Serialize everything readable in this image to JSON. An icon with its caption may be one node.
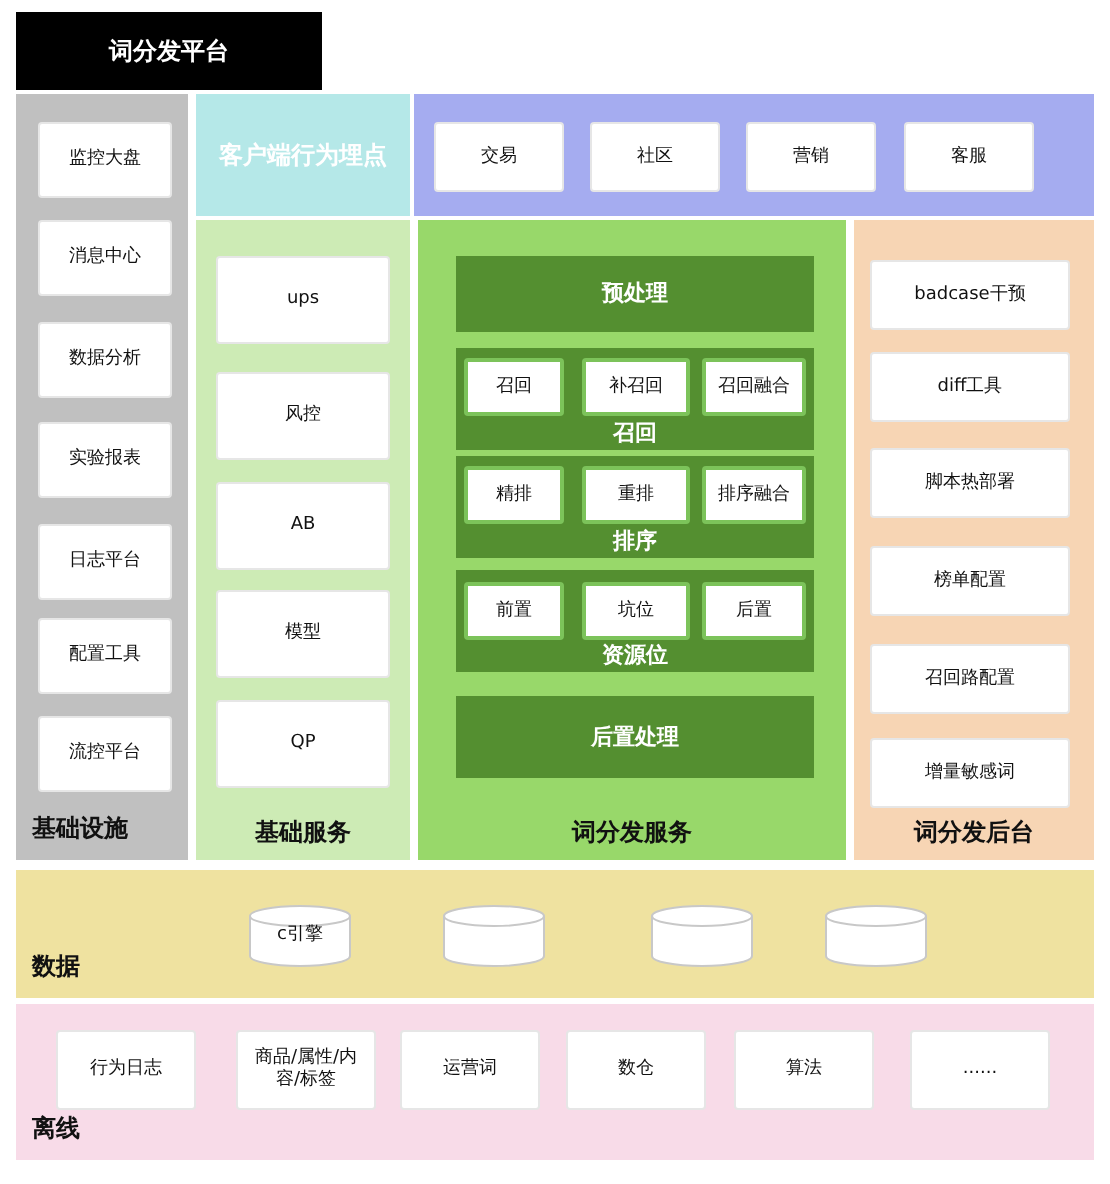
{
  "diagram": {
    "nodes": [
      {
        "text": [
          "词分发平台"
        ]
      },
      {
        "text": [
          "基础设施"
        ]
      },
      {
        "text": [
          "监控大盘"
        ],
        "in": 1
      },
      {
        "text": [
          "消息中心"
        ],
        "in": 1
      },
      {
        "text": [
          "数据分析"
        ],
        "in": 1
      },
      {
        "text": [
          "实验报表"
        ],
        "in": 1
      },
      {
        "text": [
          "日志平台"
        ],
        "in": 1
      },
      {
        "text": [
          "配置工具"
        ],
        "in": 1
      },
      {
        "text": [
          "流控平台"
        ],
        "in": 1
      },
      {
        "text": [
          "客户端行为埋点"
        ]
      },
      {
        "text": [],
        "shape": "box"
      },
      {
        "text": [
          "交易"
        ],
        "in": 10
      },
      {
        "text": [
          "社区"
        ],
        "in": 10
      },
      {
        "text": [
          "营销"
        ],
        "in": 10
      },
      {
        "text": [
          "客服"
        ],
        "in": 10
      },
      {
        "text": [
          "基础服务"
        ]
      },
      {
        "text": [
          "ups"
        ],
        "in": 15
      },
      {
        "text": [
          "风控"
        ],
        "in": 15
      },
      {
        "text": [
          "AB"
        ],
        "in": 15
      },
      {
        "text": [
          "模型"
        ],
        "in": 15
      },
      {
        "text": [
          "QP"
        ],
        "in": 15
      },
      {
        "text": [
          "词分发服务"
        ]
      },
      {
        "text": [
          "预处理"
        ],
        "in": 21
      },
      {
        "text": [
          "召回"
        ],
        "in": 21
      },
      {
        "text": [
          "召回"
        ],
        "in": 23
      },
      {
        "text": [
          "补召回"
        ],
        "in": 23
      },
      {
        "text": [
          "召回融合"
        ],
        "in": 23
      },
      {
        "text": [
          "排序"
        ],
        "in": 21
      },
      {
        "text": [
          "精排"
        ],
        "in": 27
      },
      {
        "text": [
          "重排"
        ],
        "in": 27
      },
      {
        "text": [
          "排序融合"
        ],
        "in": 27
      },
      {
        "text": [
          "资源位"
        ],
        "in": 21
      },
      {
        "text": [
          "前置"
        ],
        "in": 31
      },
      {
        "text": [
          "坑位"
        ],
        "in": 31
      },
      {
        "text": [
          "后置"
        ],
        "in": 31
      },
      {
        "text": [
          "后置处理"
        ],
        "in": 21
      },
      {
        "text": [
          "词分发后台"
        ]
      },
      {
        "text": [
          "badcase干预"
        ],
        "in": 36
      },
      {
        "text": [
          "diff工具"
        ],
        "in": 36
      },
      {
        "text": [
          "脚本热部署"
        ],
        "in": 36
      },
      {
        "text": [
          "榜单配置"
        ],
        "in": 36
      },
      {
        "text": [
          "召回路配置"
        ],
        "in": 36
      },
      {
        "text": [
          "增量敏感词"
        ],
        "in": 36
      },
      {
        "text": [
          "数据"
        ]
      },
      {
        "text": [
          "c引擎"
        ],
        "in": 43
      },
      {
        "text": [],
        "shape": "cylinder",
        "in": 43
      },
      {
        "text": [],
        "shape": "cylinder",
        "in": 43
      },
      {
        "text": [],
        "shape": "cylinder",
        "in": 43
      },
      {
        "text": [
          "离线"
        ]
      },
      {
        "text": [
          "行为日志"
        ],
        "in": 48
      },
      {
        "text": [
          "商品/属性/内容/标签"
        ],
        "in": 48
      },
      {
        "text": [
          "运营词"
        ],
        "in": 48
      },
      {
        "text": [
          "数仓"
        ],
        "in": 48
      },
      {
        "text": [
          "算法"
        ],
        "in": 48
      },
      {
        "text": [
          "......"
        ],
        "in": 48
      }
    ]
  }
}
